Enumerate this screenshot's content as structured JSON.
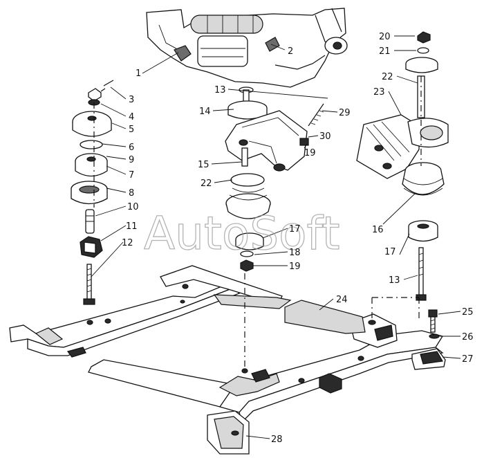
{
  "watermark": "AutoSoft",
  "callouts": [
    {
      "id": "c1",
      "text": "1"
    },
    {
      "id": "c2",
      "text": "2"
    },
    {
      "id": "c3",
      "text": "3"
    },
    {
      "id": "c4",
      "text": "4"
    },
    {
      "id": "c5",
      "text": "5"
    },
    {
      "id": "c6",
      "text": "6"
    },
    {
      "id": "c9",
      "text": "9"
    },
    {
      "id": "c7",
      "text": "7"
    },
    {
      "id": "c8",
      "text": "8"
    },
    {
      "id": "c10",
      "text": "10"
    },
    {
      "id": "c11",
      "text": "11"
    },
    {
      "id": "c12",
      "text": "12"
    },
    {
      "id": "c13a",
      "text": "13"
    },
    {
      "id": "c14",
      "text": "14"
    },
    {
      "id": "c15",
      "text": "15"
    },
    {
      "id": "c22a",
      "text": "22"
    },
    {
      "id": "c29",
      "text": "29"
    },
    {
      "id": "c30",
      "text": "30"
    },
    {
      "id": "c19a",
      "text": "19"
    },
    {
      "id": "c17a",
      "text": "17"
    },
    {
      "id": "c18",
      "text": "18"
    },
    {
      "id": "c19b",
      "text": "19"
    },
    {
      "id": "c20",
      "text": "20"
    },
    {
      "id": "c21",
      "text": "21"
    },
    {
      "id": "c22b",
      "text": "22"
    },
    {
      "id": "c23",
      "text": "23"
    },
    {
      "id": "c16",
      "text": "16"
    },
    {
      "id": "c17b",
      "text": "17"
    },
    {
      "id": "c13b",
      "text": "13"
    },
    {
      "id": "c24",
      "text": "24"
    },
    {
      "id": "c25",
      "text": "25"
    },
    {
      "id": "c26",
      "text": "26"
    },
    {
      "id": "c27",
      "text": "27"
    },
    {
      "id": "c28",
      "text": "28"
    }
  ]
}
